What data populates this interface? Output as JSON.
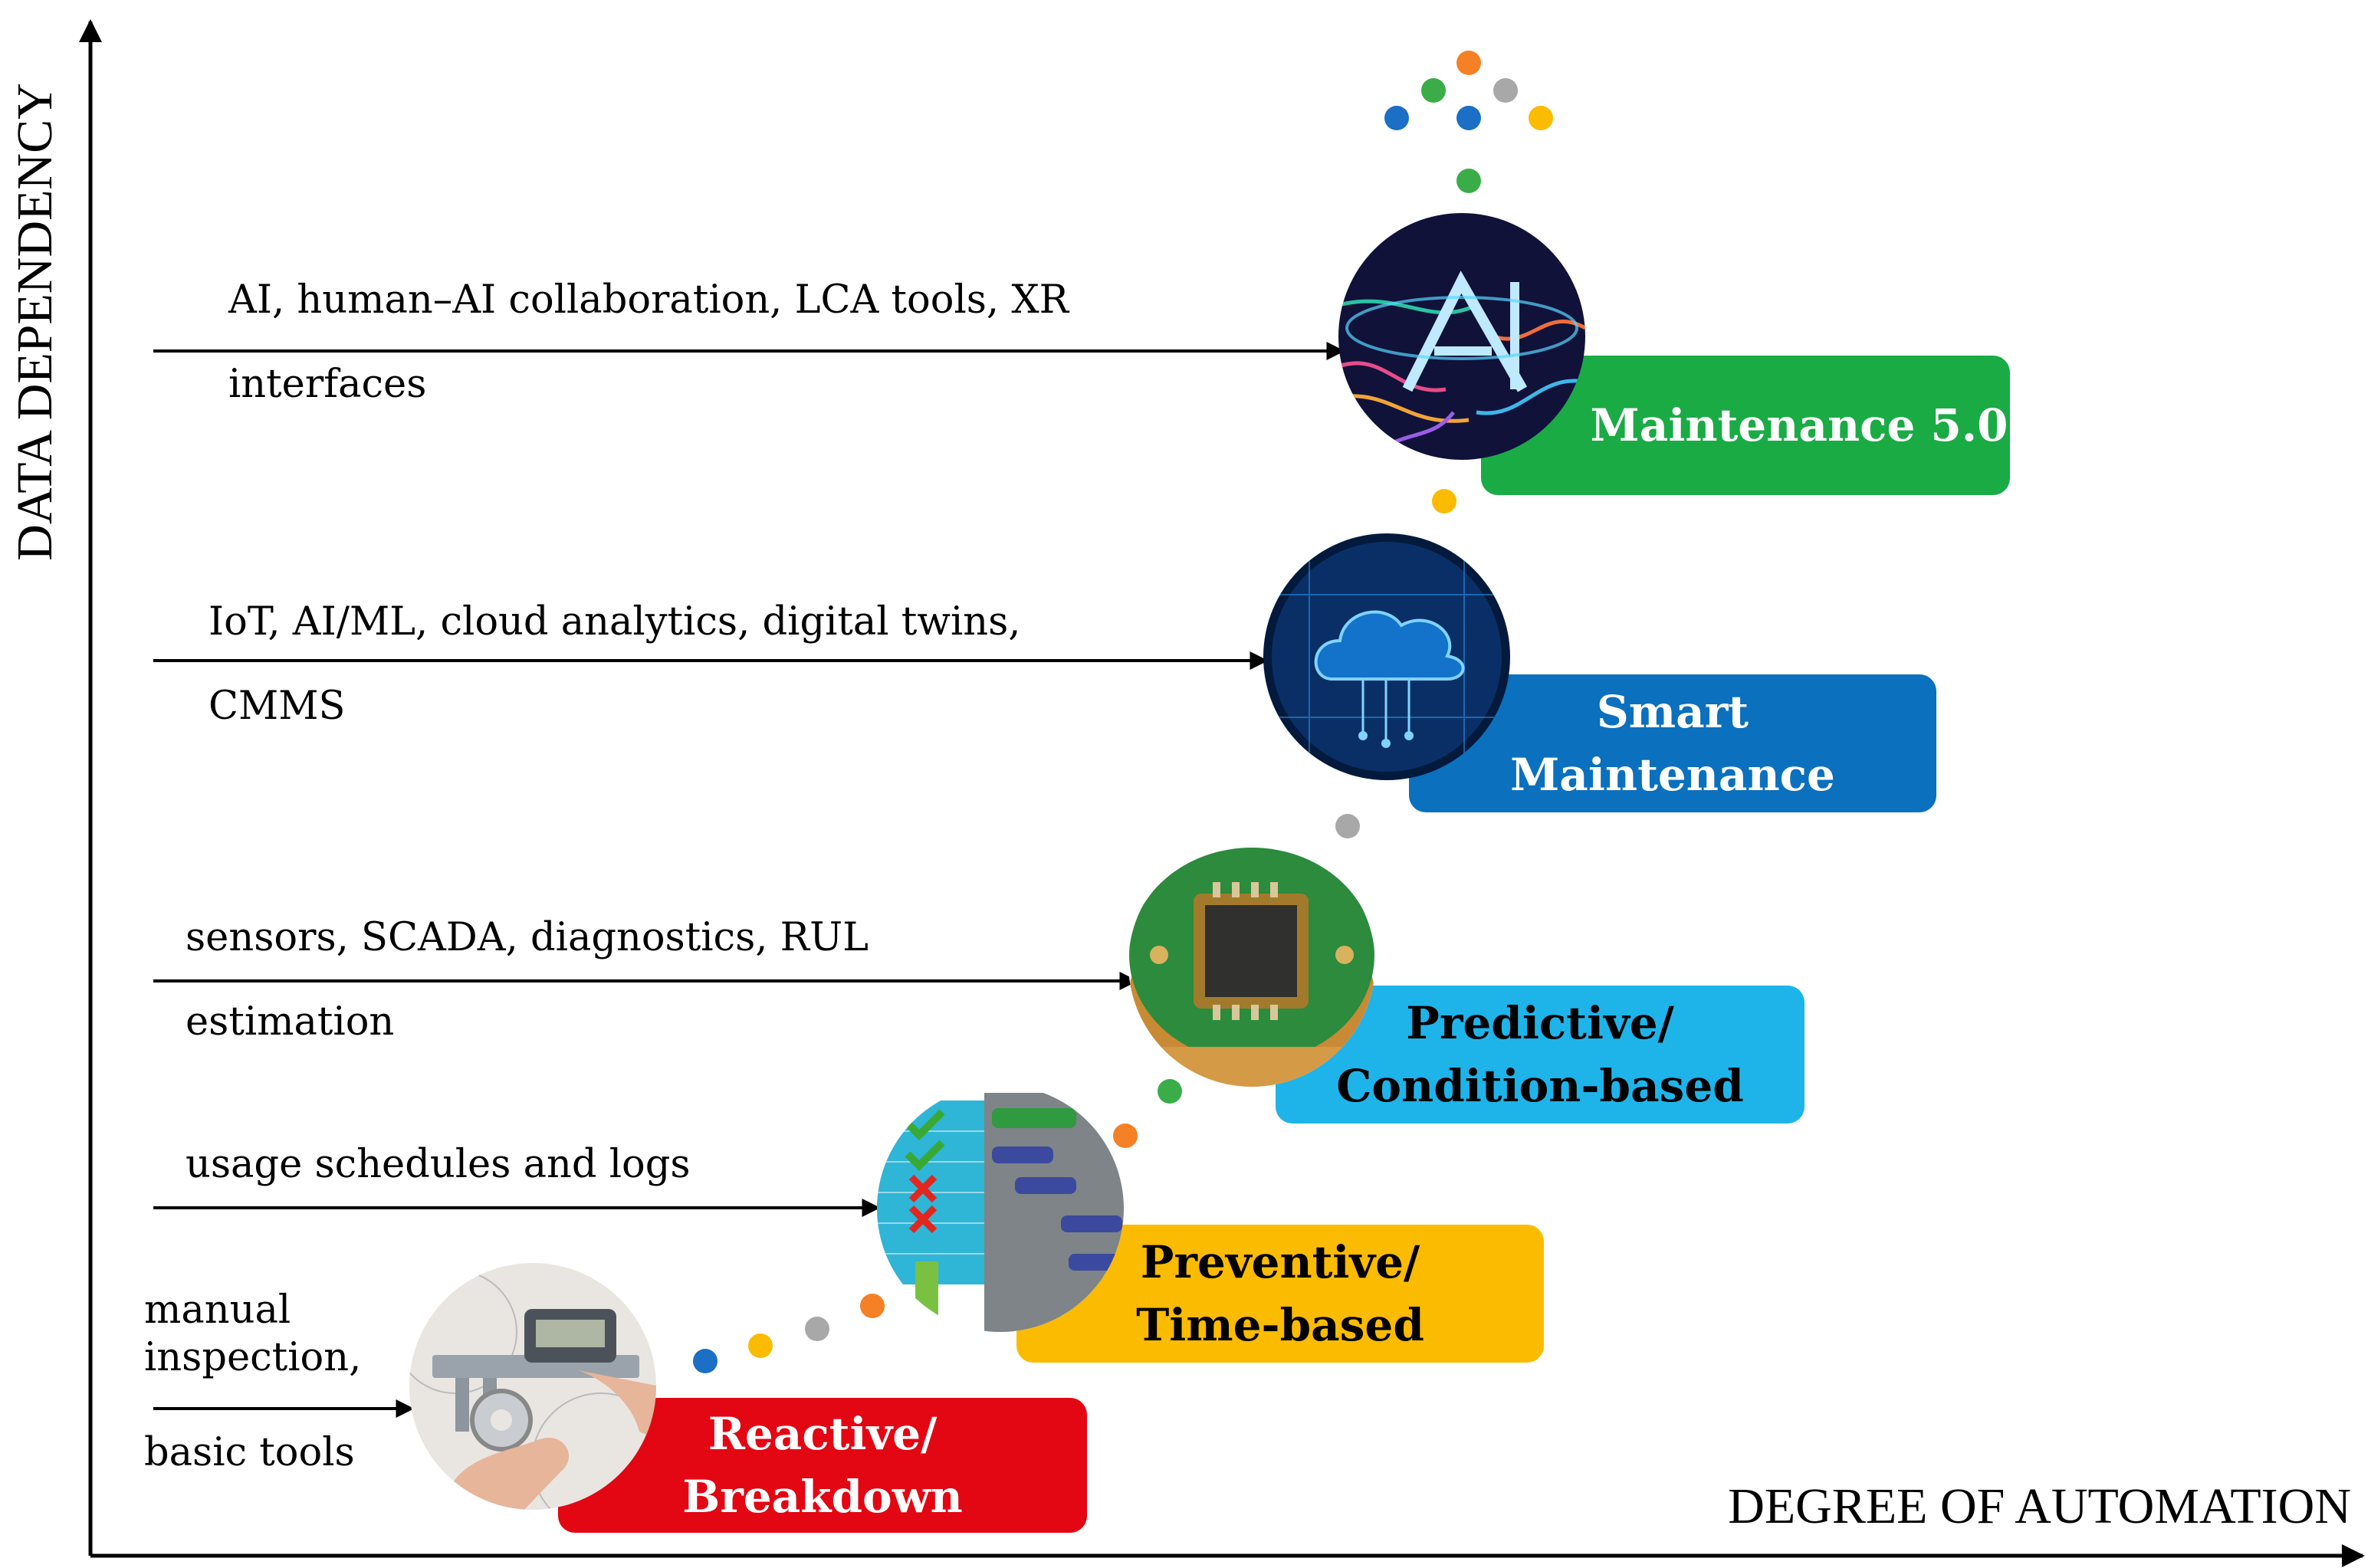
{
  "axes": {
    "y_label": "DATA DEPENDENCY",
    "x_label": "DEGREE OF AUTOMATION"
  },
  "stages": [
    {
      "lines": [
        "Reactive/",
        "Breakdown"
      ],
      "color": "#e30613",
      "text_color": "#ffffff",
      "technologies": [
        "manual",
        "inspection,",
        "basic tools"
      ],
      "image": "calipers-measurement-icon"
    },
    {
      "lines": [
        "Preventive/",
        "Time-based"
      ],
      "color": "#fbbb00",
      "text_color": "#000000",
      "technologies": [
        "usage schedules and logs"
      ],
      "image": "schedule-gantt-icon"
    },
    {
      "lines": [
        "Predictive/",
        "Condition-based"
      ],
      "color": "#1eb4ea",
      "text_color": "#000000",
      "technologies": [
        "sensors, SCADA, diagnostics, RUL",
        "estimation"
      ],
      "image": "sensor-chip-icon"
    },
    {
      "lines": [
        "Smart",
        "Maintenance"
      ],
      "color": "#0b70bd",
      "text_color": "#ffffff",
      "technologies": [
        "IoT, AI/ML, cloud analytics, digital twins,",
        "CMMS"
      ],
      "image": "cloud-network-icon"
    },
    {
      "lines": [
        "Maintenance 5.0"
      ],
      "color": "#1aab45",
      "text_color": "#ffffff",
      "technologies": [
        "AI, human–AI collaboration, LCA tools, XR",
        "interfaces"
      ],
      "image": "ai-circuit-icon"
    }
  ],
  "dot_colors": {
    "blue": "#1b6fc4",
    "yellow": "#fbbb00",
    "gray": "#a8a8a8",
    "orange": "#f58025",
    "green": "#3aad48"
  }
}
